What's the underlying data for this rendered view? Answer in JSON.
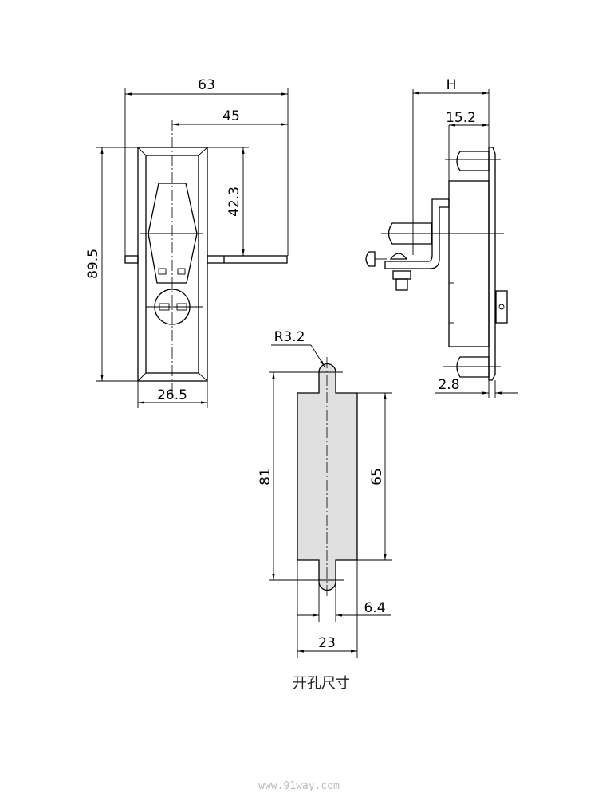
{
  "front_view": {
    "dim_width_total": "63",
    "dim_center_offset": "45",
    "dim_handle_height": "42.3",
    "dim_height": "89.5",
    "dim_width": "26.5"
  },
  "side_view": {
    "dim_h": "H",
    "dim_depth": "15.2",
    "dim_plate": "2.8"
  },
  "cutout": {
    "dim_radius": "R3.2",
    "dim_total_height": "81",
    "dim_body_height": "65",
    "dim_slot_width": "6.4",
    "dim_width": "23",
    "caption": "开孔尺寸",
    "fill_color": "#e0e0e0"
  },
  "watermark": "www.91way.com"
}
